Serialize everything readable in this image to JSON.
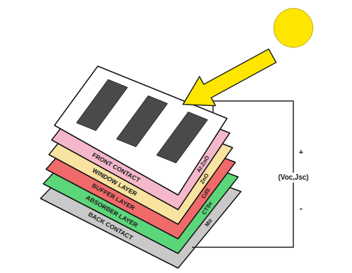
{
  "diagram": {
    "labels": [
      "FRONT CONTACT",
      "WINDOW LAYER",
      "BUFFER LAYER",
      "ABSORBER LAYER",
      "BACK CONTACT",
      "Al:ZnO",
      "ZnO",
      "CdS",
      "CTSe",
      "Mo",
      "+",
      "(Voc,Jsc)",
      "-"
    ]
  }
}
